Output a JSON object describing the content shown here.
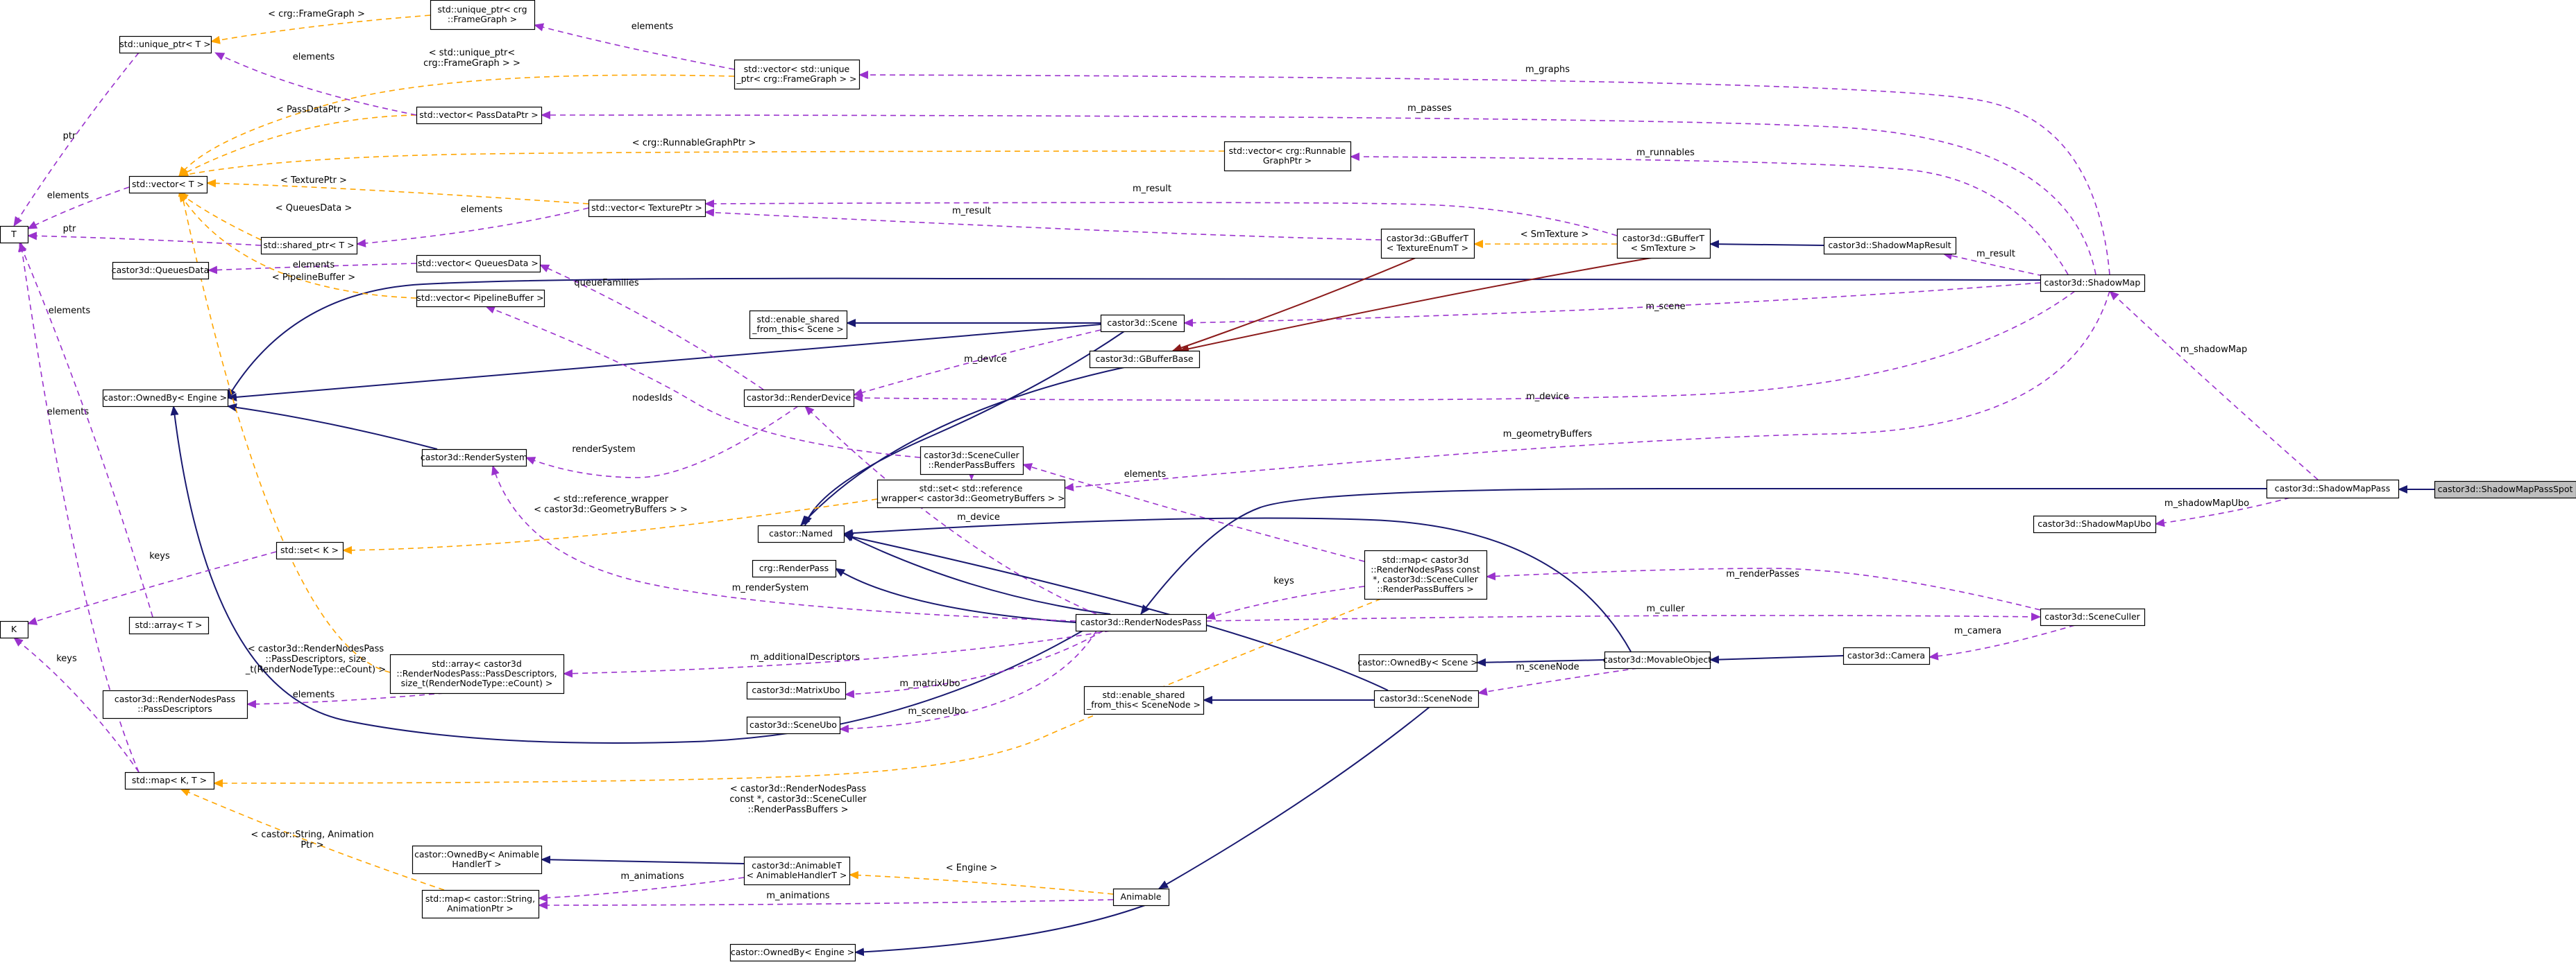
{
  "colors": {
    "inheritance": "#191970",
    "usage": "#9a32cd",
    "template": "#ffa500",
    "composition": "#8b1a1a",
    "node_border": "#000000",
    "node_fill": "#ffffff",
    "highlight_fill": "#bfbfbf",
    "text": "#000000"
  },
  "nodes": [
    {
      "id": "n_spot",
      "lines": [
        "castor3d::ShadowMapPassSpot"
      ],
      "highlight": true
    },
    {
      "id": "n_smpass",
      "lines": [
        "castor3d::ShadowMapPass"
      ]
    },
    {
      "id": "n_smubo",
      "lines": [
        "castor3d::ShadowMapUbo"
      ]
    },
    {
      "id": "n_shadowmap",
      "lines": [
        "castor3d::ShadowMap"
      ]
    },
    {
      "id": "n_smresult",
      "lines": [
        "castor3d::ShadowMapResult"
      ]
    },
    {
      "id": "n_gbuf_sm",
      "lines": [
        "castor3d::GBufferT",
        "< SmTexture >"
      ]
    },
    {
      "id": "n_gbuf_te",
      "lines": [
        "castor3d::GBufferT",
        "< TextureEnumT >"
      ]
    },
    {
      "id": "n_gbufbase",
      "lines": [
        "castor3d::GBufferBase"
      ]
    },
    {
      "id": "n_scene",
      "lines": [
        "castor3d::Scene"
      ]
    },
    {
      "id": "n_esfts",
      "lines": [
        "std::enable_shared",
        "_from_this< Scene >"
      ]
    },
    {
      "id": "n_renderdevice",
      "lines": [
        "castor3d::RenderDevice"
      ]
    },
    {
      "id": "n_ownedby_engine1",
      "lines": [
        "castor::OwnedBy< Engine >"
      ]
    },
    {
      "id": "n_rendersystem",
      "lines": [
        "castor3d::RenderSystem"
      ]
    },
    {
      "id": "n_named",
      "lines": [
        "castor::Named"
      ]
    },
    {
      "id": "n_crgrenderpass",
      "lines": [
        "crg::RenderPass"
      ]
    },
    {
      "id": "n_rnp",
      "lines": [
        "castor3d::RenderNodesPass"
      ]
    },
    {
      "id": "n_sceneculler_rpb",
      "lines": [
        "castor3d::SceneCuller",
        "::RenderPassBuffers"
      ]
    },
    {
      "id": "n_set_refwrap",
      "lines": [
        "std::set< std::reference",
        "_wrapper< castor3d::GeometryBuffers > >"
      ]
    },
    {
      "id": "n_map_rnp",
      "lines": [
        "std::map< castor3d",
        "::RenderNodesPass const",
        "*, castor3d::SceneCuller",
        "::RenderPassBuffers >"
      ]
    },
    {
      "id": "n_sceneculler",
      "lines": [
        "castor3d::SceneCuller"
      ]
    },
    {
      "id": "n_camera",
      "lines": [
        "castor3d::Camera"
      ]
    },
    {
      "id": "n_movable",
      "lines": [
        "castor3d::MovableObject"
      ]
    },
    {
      "id": "n_ownedby_scene",
      "lines": [
        "castor::OwnedBy< Scene >"
      ]
    },
    {
      "id": "n_scenenode",
      "lines": [
        "castor3d::SceneNode"
      ]
    },
    {
      "id": "n_esfts_node",
      "lines": [
        "std::enable_shared",
        "_from_this< SceneNode >"
      ]
    },
    {
      "id": "n_matrixubo",
      "lines": [
        "castor3d::MatrixUbo"
      ]
    },
    {
      "id": "n_sceneubo",
      "lines": [
        "castor3d::SceneUbo"
      ]
    },
    {
      "id": "n_animable",
      "lines": [
        "Animable"
      ]
    },
    {
      "id": "n_animablet",
      "lines": [
        "castor3d::AnimableT",
        "< AnimableHandlerT >"
      ]
    },
    {
      "id": "n_ownedby_animh",
      "lines": [
        "castor::OwnedBy< Animable",
        "HandlerT >"
      ]
    },
    {
      "id": "n_map_anim",
      "lines": [
        "std::map< castor::String,",
        "AnimationPtr >"
      ]
    },
    {
      "id": "n_ownedby_engine2",
      "lines": [
        "castor::OwnedBy< Engine >"
      ]
    },
    {
      "id": "n_array_rnp",
      "lines": [
        "std::array< castor3d",
        "::RenderNodesPass::PassDescriptors,",
        "size_t(RenderNodeType::eCount) >"
      ]
    },
    {
      "id": "n_rnp_pd",
      "lines": [
        "castor3d::RenderNodesPass",
        "::PassDescriptors"
      ]
    },
    {
      "id": "n_map_kt",
      "lines": [
        "std::map< K, T >"
      ]
    },
    {
      "id": "n_array_t",
      "lines": [
        "std::array< T >"
      ]
    },
    {
      "id": "n_set_k",
      "lines": [
        "std::set< K >"
      ]
    },
    {
      "id": "n_K",
      "lines": [
        "K"
      ]
    },
    {
      "id": "n_T",
      "lines": [
        "T"
      ]
    },
    {
      "id": "n_vec_t",
      "lines": [
        "std::vector< T >"
      ]
    },
    {
      "id": "n_uptr_t",
      "lines": [
        "std::unique_ptr< T >"
      ]
    },
    {
      "id": "n_uptr_fg",
      "lines": [
        "std::unique_ptr< crg",
        "::FrameGraph >"
      ]
    },
    {
      "id": "n_vec_uptr_fg",
      "lines": [
        "std::vector< std::unique",
        "_ptr< crg::FrameGraph > >"
      ]
    },
    {
      "id": "n_vec_passdata",
      "lines": [
        "std::vector< PassDataPtr >"
      ]
    },
    {
      "id": "n_vec_runnable",
      "lines": [
        "std::vector< crg::Runnable",
        "GraphPtr >"
      ]
    },
    {
      "id": "n_vec_texptr",
      "lines": [
        "std::vector< TexturePtr >"
      ]
    },
    {
      "id": "n_sptr_t",
      "lines": [
        "std::shared_ptr< T >"
      ]
    },
    {
      "id": "n_queuesdata",
      "lines": [
        "castor3d::QueuesData"
      ]
    },
    {
      "id": "n_vec_queuesdata",
      "lines": [
        "std::vector< QueuesData >"
      ]
    },
    {
      "id": "n_vec_pipelinebuf",
      "lines": [
        "std::vector< PipelineBuffer >"
      ]
    }
  ],
  "edges": [
    {
      "id": "e_spot_pass",
      "type": "inheritance",
      "label": []
    },
    {
      "id": "e_pass_rnp",
      "type": "inheritance",
      "label": []
    },
    {
      "id": "e_pass_shadowmap",
      "type": "usage",
      "label": [
        "m_shadowMap"
      ]
    },
    {
      "id": "e_pass_smubo",
      "type": "usage",
      "label": [
        "m_shadowMapUbo"
      ]
    },
    {
      "id": "e_sm_result",
      "type": "usage",
      "label": [
        "m_result"
      ]
    },
    {
      "id": "e_sm_runnables",
      "type": "usage",
      "label": [
        "m_runnables"
      ]
    },
    {
      "id": "e_sm_passes",
      "type": "usage",
      "label": [
        "m_passes"
      ]
    },
    {
      "id": "e_sm_graphs",
      "type": "usage",
      "label": [
        "m_graphs"
      ]
    },
    {
      "id": "e_sm_scene",
      "type": "usage",
      "label": [
        "m_scene"
      ]
    },
    {
      "id": "e_sm_device",
      "type": "usage",
      "label": [
        "m_device"
      ]
    },
    {
      "id": "e_sm_geombuf",
      "type": "usage",
      "label": [
        "m_geometryBuffers"
      ]
    },
    {
      "id": "e_sm_ownedby",
      "type": "inheritance",
      "label": []
    },
    {
      "id": "e_smresult_gbuf",
      "type": "inheritance",
      "label": []
    },
    {
      "id": "e_gbufsm_base",
      "type": "composition",
      "label": []
    },
    {
      "id": "e_gbufte_base",
      "type": "composition",
      "label": []
    },
    {
      "id": "e_gbufsm_vectex",
      "type": "usage",
      "label": [
        "m_result"
      ]
    },
    {
      "id": "e_gbufte_vectex",
      "type": "usage",
      "label": [
        "m_result"
      ]
    },
    {
      "id": "e_gbufsm_te",
      "type": "template",
      "label": [
        "< SmTexture >"
      ]
    },
    {
      "id": "e_gbufbase_named",
      "type": "inheritance",
      "label": []
    },
    {
      "id": "e_scene_esfts",
      "type": "inheritance",
      "label": []
    },
    {
      "id": "e_scene_ownedby",
      "type": "inheritance",
      "label": []
    },
    {
      "id": "e_scene_named",
      "type": "inheritance",
      "label": []
    },
    {
      "id": "e_scene_device",
      "type": "usage",
      "label": [
        "m_device"
      ]
    },
    {
      "id": "e_device_rendersystem",
      "type": "usage",
      "label": [
        "renderSystem"
      ]
    },
    {
      "id": "e_device_queues",
      "type": "usage",
      "label": [
        "queueFamilies"
      ]
    },
    {
      "id": "e_culler_pipeline",
      "type": "usage",
      "label": [
        "nodesIds"
      ]
    },
    {
      "id": "e_rs_ownedby",
      "type": "inheritance",
      "label": []
    },
    {
      "id": "e_rnp_named",
      "type": "inheritance",
      "label": []
    },
    {
      "id": "e_rnp_crg",
      "type": "inheritance",
      "label": []
    },
    {
      "id": "e_rnp_ownedby",
      "type": "inheritance",
      "label": []
    },
    {
      "id": "e_rnp_rs",
      "type": "usage",
      "label": [
        "m_renderSystem"
      ]
    },
    {
      "id": "e_rnp_device",
      "type": "usage",
      "label": [
        "m_device"
      ]
    },
    {
      "id": "e_rnp_culler",
      "type": "usage",
      "label": [
        "m_culler"
      ]
    },
    {
      "id": "e_rnp_array",
      "type": "usage",
      "label": [
        "m_additionalDescriptors"
      ]
    },
    {
      "id": "e_rnp_matrixubo",
      "type": "usage",
      "label": [
        "m_matrixUbo"
      ]
    },
    {
      "id": "e_rnp_sceneubo",
      "type": "usage",
      "label": [
        "m_sceneUbo"
      ]
    },
    {
      "id": "e_culler_map",
      "type": "usage",
      "label": [
        "m_renderPasses"
      ]
    },
    {
      "id": "e_culler_camera",
      "type": "usage",
      "label": [
        "m_camera"
      ]
    },
    {
      "id": "e_map_rnp_keys",
      "type": "usage",
      "label": [
        "keys"
      ]
    },
    {
      "id": "e_map_rnp_el",
      "type": "usage",
      "label": [
        "elements"
      ]
    },
    {
      "id": "e_rpb_set",
      "type": "usage",
      "label": [
        "elements"
      ]
    },
    {
      "id": "e_map_rnp_tmpl",
      "type": "template",
      "label": [
        "< castor3d::RenderNodesPass",
        "const *, castor3d::SceneCuller",
        "::RenderPassBuffers >"
      ]
    },
    {
      "id": "e_camera_movable",
      "type": "inheritance",
      "label": []
    },
    {
      "id": "e_movable_ownedby",
      "type": "inheritance",
      "label": []
    },
    {
      "id": "e_movable_named",
      "type": "inheritance",
      "label": []
    },
    {
      "id": "e_movable_scenenode",
      "type": "usage",
      "label": [
        "m_sceneNode"
      ]
    },
    {
      "id": "e_scenenode_esfts",
      "type": "inheritance",
      "label": []
    },
    {
      "id": "e_scenenode_named",
      "type": "inheritance",
      "label": []
    },
    {
      "id": "e_scenenode_animable",
      "type": "inheritance",
      "label": []
    },
    {
      "id": "e_animable_animablet",
      "type": "template",
      "label": [
        "< Engine >"
      ]
    },
    {
      "id": "e_animable_map",
      "type": "usage",
      "label": [
        "m_animations"
      ]
    },
    {
      "id": "e_animable_ownedby",
      "type": "inheritance",
      "label": []
    },
    {
      "id": "e_animablet_ownedby",
      "type": "inheritance",
      "label": []
    },
    {
      "id": "e_animablet_map",
      "type": "usage",
      "label": [
        "m_animations"
      ]
    },
    {
      "id": "e_map_anim_tmpl",
      "type": "template",
      "label": [
        "< castor::String, Animation",
        "Ptr >"
      ]
    },
    {
      "id": "e_set_refwrap_tmpl",
      "type": "template",
      "label": [
        "< std::reference_wrapper",
        "< castor3d::GeometryBuffers > >"
      ]
    },
    {
      "id": "e_array_rnp_tmpl",
      "type": "template",
      "label": [
        "< castor3d::RenderNodesPass",
        "::PassDescriptors, size",
        "_t(RenderNodeType::eCount) >"
      ]
    },
    {
      "id": "e_array_rnp_el",
      "type": "usage",
      "label": [
        "elements"
      ]
    },
    {
      "id": "e_mapkt_K",
      "type": "usage",
      "label": [
        "keys"
      ]
    },
    {
      "id": "e_mapkt_T",
      "type": "usage",
      "label": [
        "elements"
      ]
    },
    {
      "id": "e_setk_K",
      "type": "usage",
      "label": [
        "keys"
      ]
    },
    {
      "id": "e_arrayt_T",
      "type": "usage",
      "label": [
        "elements"
      ]
    },
    {
      "id": "e_vect_T",
      "type": "usage",
      "label": [
        "elements"
      ]
    },
    {
      "id": "e_uptr_T",
      "type": "usage",
      "label": [
        "ptr"
      ]
    },
    {
      "id": "e_sptr_T",
      "type": "usage",
      "label": [
        "ptr"
      ]
    },
    {
      "id": "e_uptrfg_tmpl",
      "type": "template",
      "label": [
        "< crg::FrameGraph >"
      ]
    },
    {
      "id": "e_vecuptr_uptrfg",
      "type": "usage",
      "label": [
        "elements"
      ]
    },
    {
      "id": "e_vecuptr_tmpl",
      "type": "template",
      "label": [
        "< std::unique_ptr<",
        "crg::FrameGraph > >"
      ]
    },
    {
      "id": "e_passdata_tmpl",
      "type": "template",
      "label": [
        "< PassDataPtr >"
      ]
    },
    {
      "id": "e_passdata_el",
      "type": "usage",
      "label": [
        "elements"
      ]
    },
    {
      "id": "e_runnable_tmpl",
      "type": "template",
      "label": [
        "< crg::RunnableGraphPtr >"
      ]
    },
    {
      "id": "e_texptr_tmpl",
      "type": "template",
      "label": [
        "< TexturePtr >"
      ]
    },
    {
      "id": "e_texptr_el",
      "type": "usage",
      "label": [
        "elements"
      ]
    },
    {
      "id": "e_queues_tmpl",
      "type": "template",
      "label": [
        "< QueuesData >"
      ]
    },
    {
      "id": "e_vecqueues_el",
      "type": "usage",
      "label": [
        "elements"
      ]
    },
    {
      "id": "e_pipeline_tmpl",
      "type": "template",
      "label": [
        "< PipelineBuffer >"
      ]
    }
  ]
}
